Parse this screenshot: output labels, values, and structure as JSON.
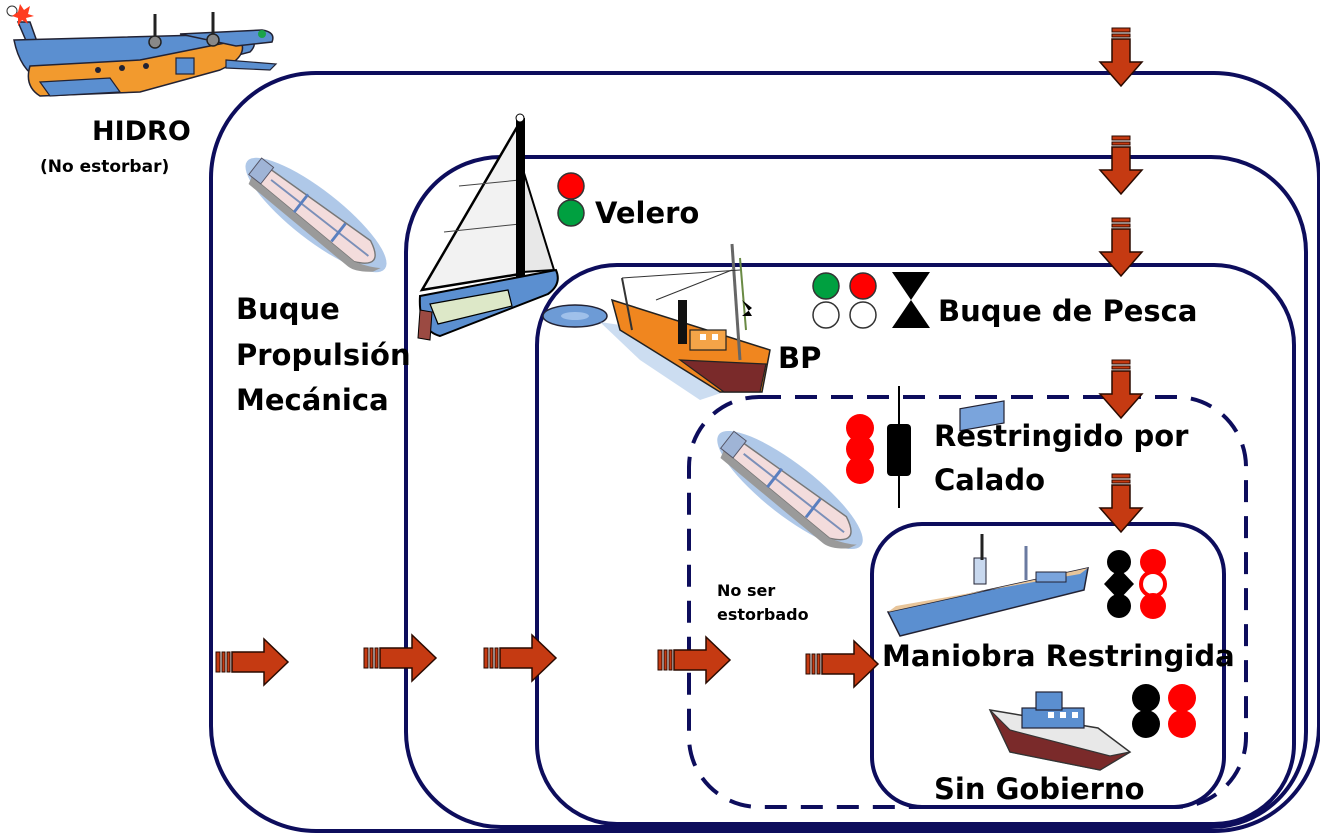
{
  "labels": {
    "hidro": "HIDRO",
    "hidro_note": "(No estorbar)",
    "buque_pm_line1": "Buque",
    "buque_pm_line2": "Propulsión",
    "buque_pm_line3": "Mecánica",
    "velero": "Velero",
    "buque_pesca": "Buque de Pesca",
    "bp": "BP",
    "restringido_line1": "Restringido por",
    "restringido_line2": "Calado",
    "no_ser_line1": "No ser",
    "no_ser_line2": "estorbado",
    "maniobra": "Maniobra Restringida",
    "sin_gobierno": "Sin Gobierno"
  },
  "colors": {
    "frame": "#0d0d5c",
    "arrow": "#c53a12",
    "arrow_outline": "#2a0a00",
    "light_red": "#ff0000",
    "light_green": "#00a040",
    "light_black": "#000000",
    "hull_blue": "#5b8fd0",
    "hull_orange": "#f29a2e",
    "ship_deck": "#f3dcdc"
  },
  "icons": {
    "seaplane": "seaplane-icon",
    "tanker": "tanker-ship-icon",
    "sailboat": "sailboat-icon",
    "fishing_boat": "fishing-boat-icon",
    "dredger": "dredger-ship-icon",
    "tug": "tug-boat-icon",
    "cylinder_shape": "cylinder-shape-icon",
    "diamond_shape": "diamond-shape-icon",
    "hourglass_shape": "hourglass-shape-icon"
  }
}
